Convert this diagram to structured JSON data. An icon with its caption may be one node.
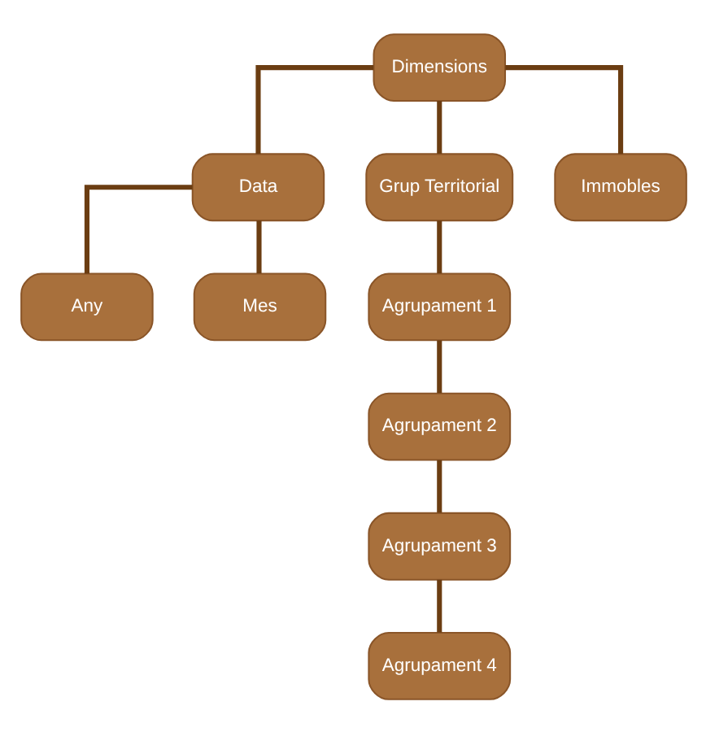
{
  "diagram": {
    "nodes": [
      {
        "text": [
          "Dimensions"
        ]
      },
      {
        "text": [
          "Data"
        ]
      },
      {
        "text": [
          "Grup Territorial"
        ]
      },
      {
        "text": [
          "Immobles"
        ]
      },
      {
        "text": [
          "Any"
        ]
      },
      {
        "text": [
          "Mes"
        ]
      },
      {
        "text": [
          "Agrupament 1"
        ]
      },
      {
        "text": [
          "Agrupament 2"
        ]
      },
      {
        "text": [
          "Agrupament 3"
        ]
      },
      {
        "text": [
          "Agrupament 4"
        ]
      }
    ],
    "edges": [
      {
        "from": 0,
        "to": 1,
        "arrow": "none"
      },
      {
        "from": 0,
        "to": 2,
        "arrow": "none"
      },
      {
        "from": 0,
        "to": 3,
        "arrow": "none"
      },
      {
        "from": 1,
        "to": 4,
        "arrow": "none"
      },
      {
        "from": 1,
        "to": 5,
        "arrow": "none"
      },
      {
        "from": 2,
        "to": 6,
        "arrow": "none"
      },
      {
        "from": 6,
        "to": 7,
        "arrow": "none"
      },
      {
        "from": 7,
        "to": 8,
        "arrow": "none"
      },
      {
        "from": 8,
        "to": 9,
        "arrow": "none"
      }
    ]
  }
}
